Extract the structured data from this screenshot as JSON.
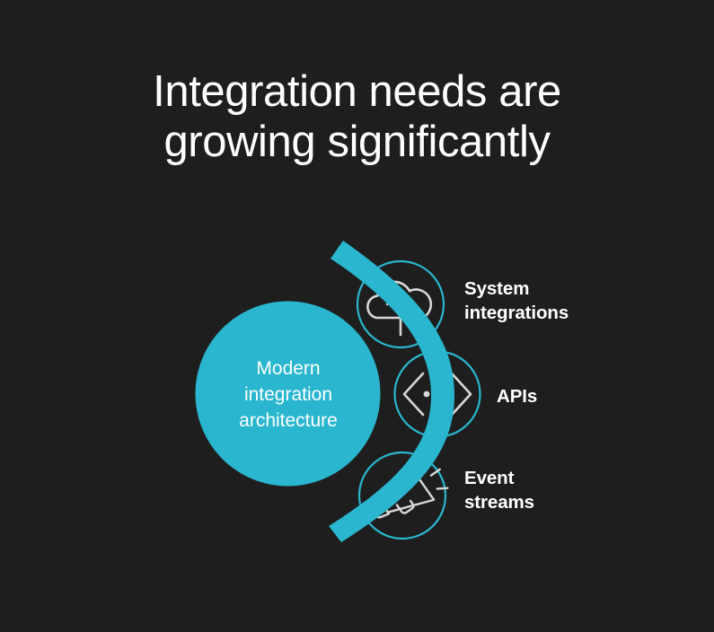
{
  "slide": {
    "background_color": "#1e1e1e",
    "accent_color": "#29b6ce",
    "text_color": "#ffffff",
    "icon_stroke_color": "#d8d8d8",
    "title": "Integration needs are\ngrowing significantly"
  },
  "diagram": {
    "hub": {
      "label": "Modern\nintegration\narchitecture",
      "shape": "filled-circle",
      "color": "#29b6ce"
    },
    "arc": {
      "shape": "thick-curved-band",
      "color": "#29b6ce",
      "description": "curved cyan band arcing from upper-left to lower-left, bulging right across the three node circles"
    },
    "nodes": [
      {
        "label": "System\nintegrations",
        "icon": "cloud-upload-icon",
        "ring_color": "#29b6ce"
      },
      {
        "label": "APIs",
        "icon": "code-brackets-dots-icon",
        "ring_color": "#29b6ce"
      },
      {
        "label": "Event\nstreams",
        "icon": "megaphone-icon",
        "ring_color": "#29b6ce"
      }
    ]
  }
}
